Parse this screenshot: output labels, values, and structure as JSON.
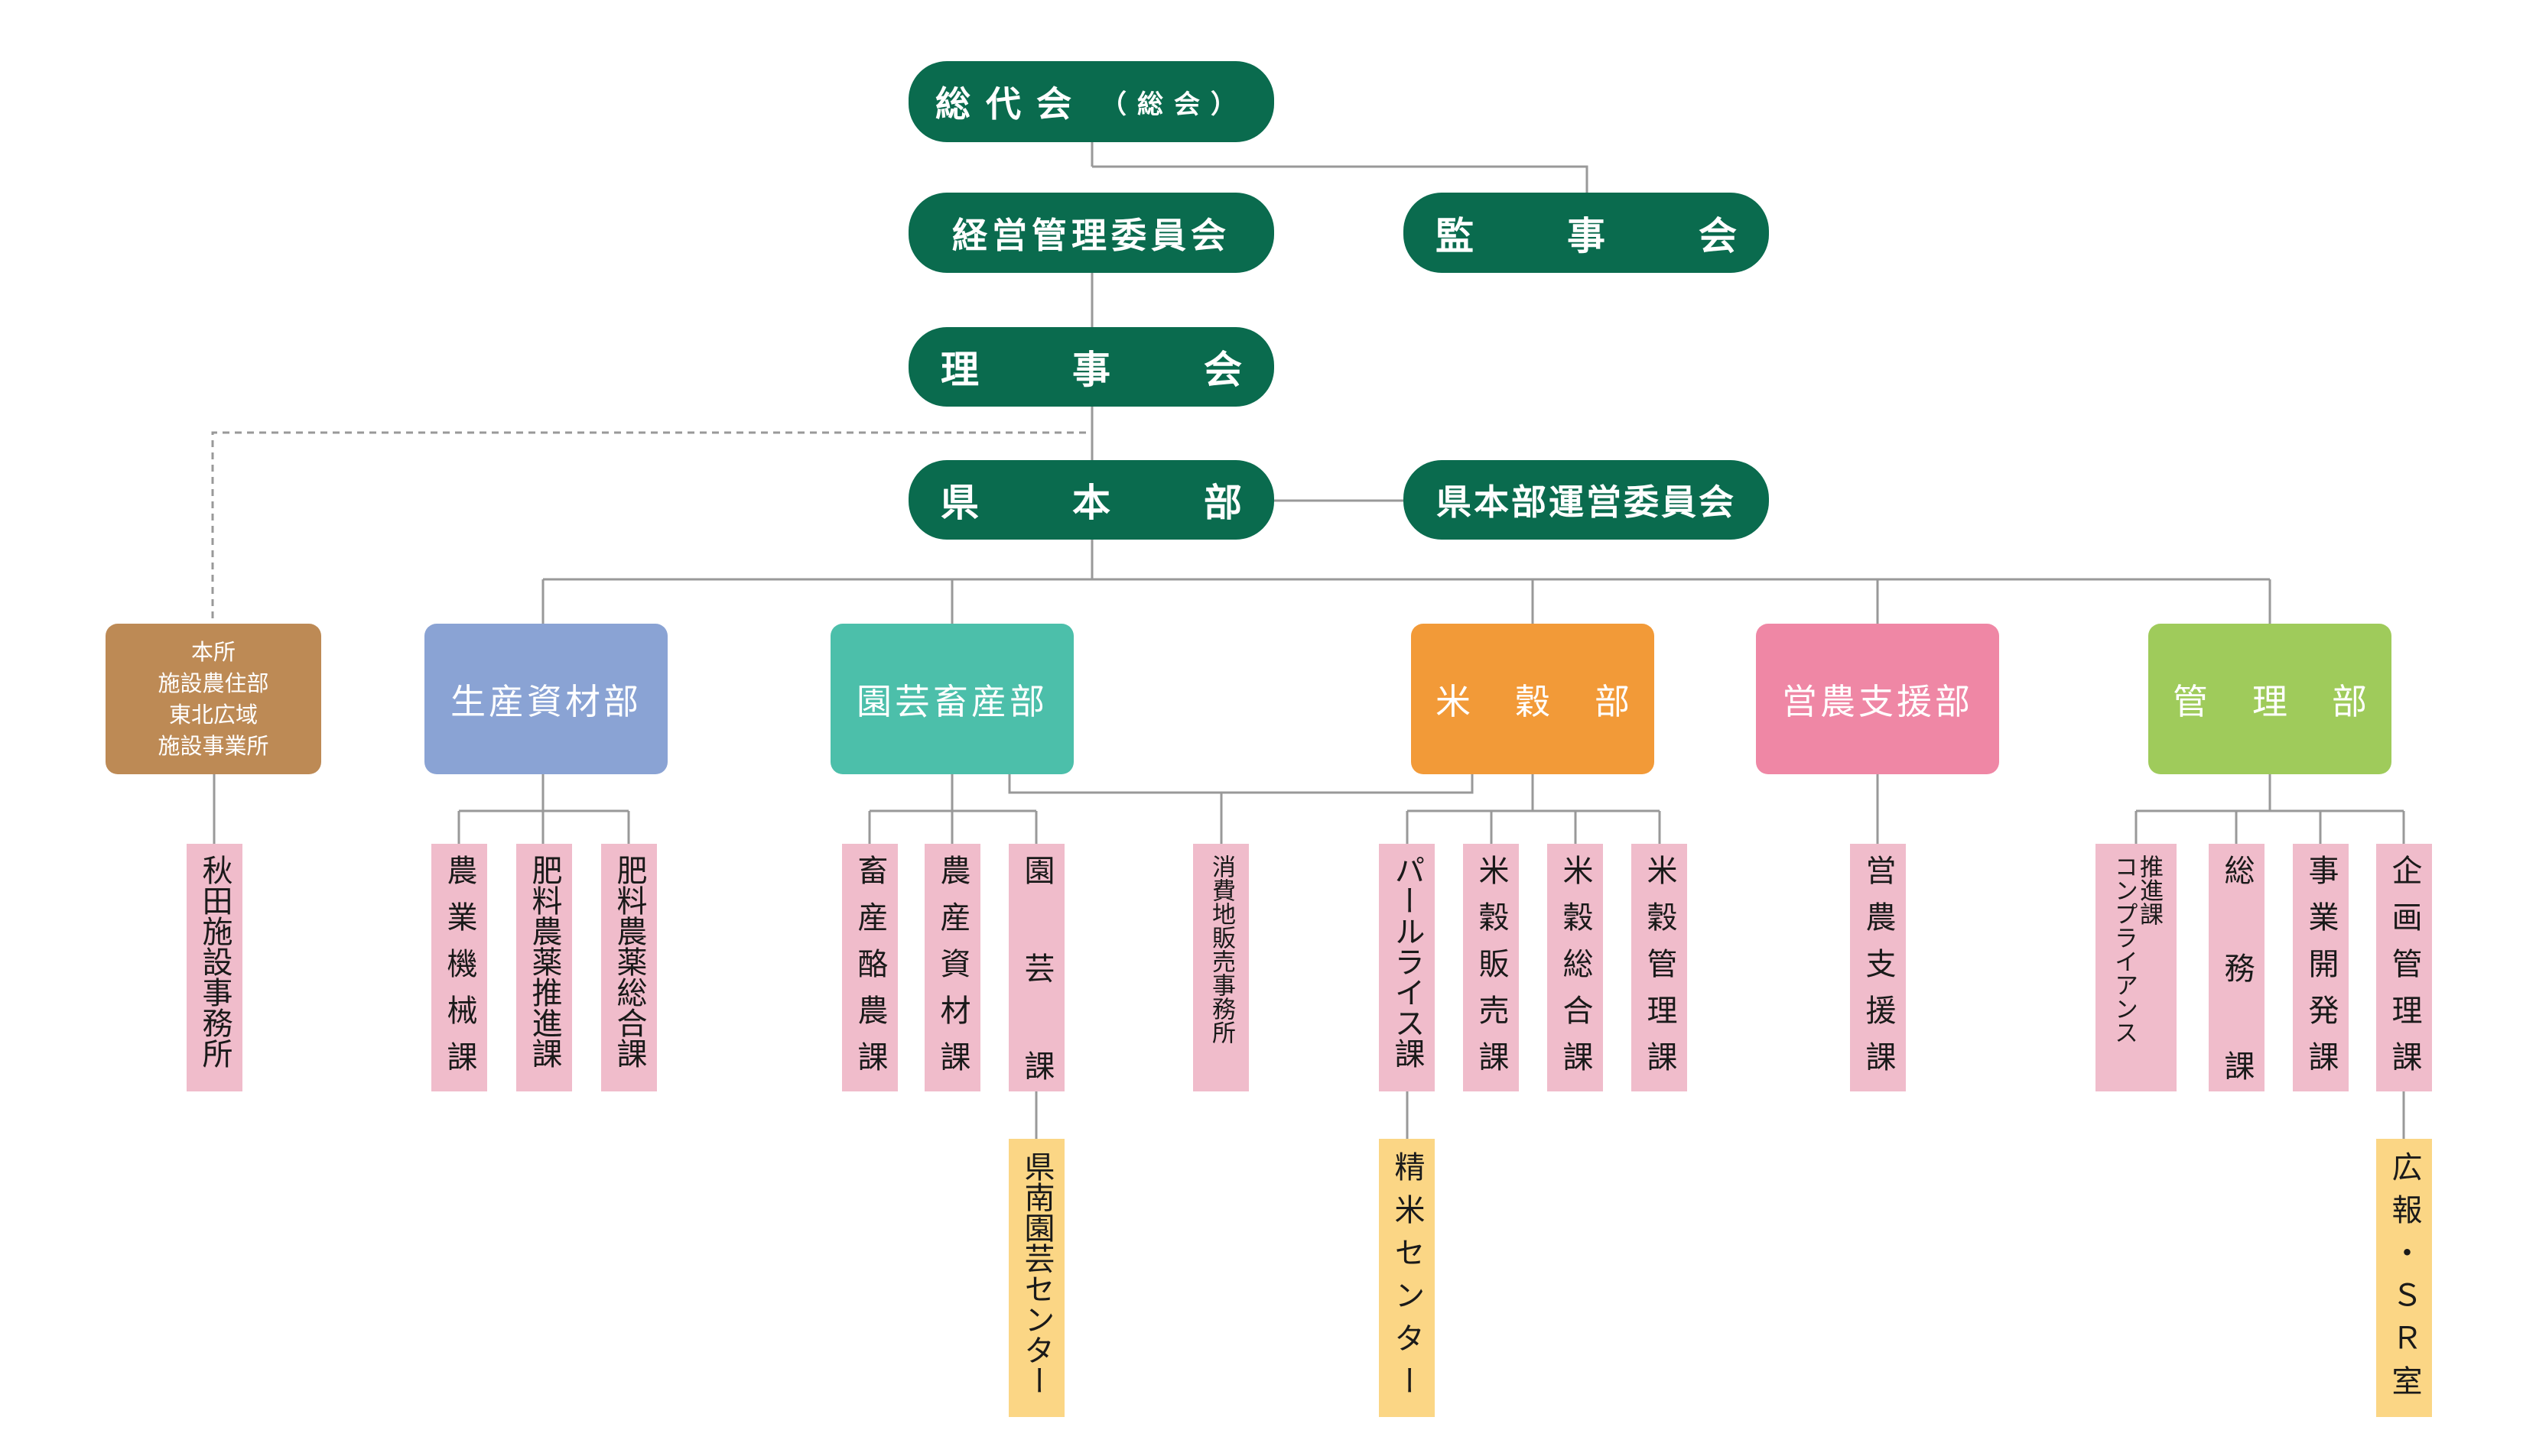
{
  "top": {
    "soudaikai": "総代会",
    "soudaikai_sub": "（総会）",
    "keiei": "経営管理委員会",
    "kanji_chars": [
      "監",
      "事",
      "会"
    ],
    "rijikai_chars": [
      "理",
      "事",
      "会"
    ],
    "kenhonbu_chars": [
      "県",
      "本",
      "部"
    ],
    "kenhonbu_unei": "県本部運営委員会"
  },
  "departments": {
    "honsho": [
      "本所",
      "施設農住部",
      "東北広域",
      "施設事業所"
    ],
    "seisan": "生産資材部",
    "engei_chikusan": "園芸畜産部",
    "beikoku_chars": [
      "米",
      "穀",
      "部"
    ],
    "einou": "営農支援部",
    "kanri_chars": [
      "管",
      "理",
      "部"
    ]
  },
  "sections": {
    "akita": "秋田施設事務所",
    "nougyo_kikai": "農業機械課",
    "hiryo_suishin": "肥料農薬推進課",
    "hiryo_sougou": "肥料農薬総合課",
    "chikusan_rakunou": "畜産酪農課",
    "nousan_shizai": "農産資材課",
    "engei": [
      "園",
      "芸",
      "課"
    ],
    "shouhi": "消費地販売事務所",
    "pearl_rice": "パールライス課",
    "beikoku_hanbai": "米穀販売課",
    "beikoku_sougou": "米穀総合課",
    "beikoku_kanri": "米穀管理課",
    "einou_shien": "営農支援課",
    "compliance_1": "コンプライアンス",
    "compliance_2": "推進課",
    "soumu": [
      "総",
      "務",
      "課"
    ],
    "jigyou": "事業開発課",
    "kikaku": "企画管理課",
    "kennan": "県南園芸センター",
    "seimai": "精米センター",
    "kouhou": "広報・ＳＲ室"
  },
  "colors": {
    "dark_green": "#0a6b4e",
    "honsho": "#bd8a55",
    "seisan": "#8aa3d4",
    "engei_chikusan": "#4cbfaa",
    "beikoku": "#f29a38",
    "einou": "#ef87a5",
    "kanri": "#9fcb5b",
    "section_pink": "#f0bccb",
    "center_yellow": "#fbd685",
    "line": "#999999"
  }
}
